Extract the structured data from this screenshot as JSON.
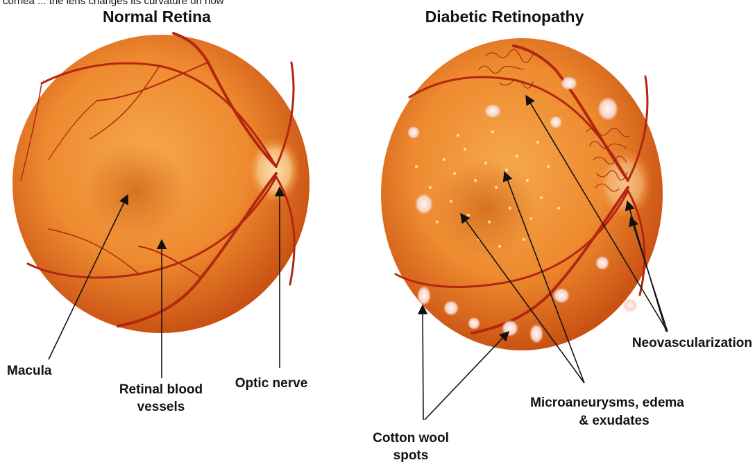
{
  "caption_fragment": "cornea ... the lens changes its curvature on how",
  "panels": [
    {
      "title": "Normal Retina",
      "labels": {
        "macula": "Macula",
        "retinal_vessels": [
          "Retinal blood",
          "vessels"
        ],
        "optic_nerve": "Optic nerve"
      }
    },
    {
      "title": "Diabetic Retinopathy",
      "labels": {
        "neovascularization": "Neovascularization",
        "microaneurysms": [
          "Microaneurysms, edema",
          "& exudates"
        ],
        "cotton_wool": [
          "Cotton wool",
          "spots"
        ]
      }
    }
  ],
  "colors": {
    "retina_center": "#f29a3a",
    "retina_edge": "#c4490f",
    "vessel": "#b3260f",
    "disc": "#f7c98d",
    "exudate": "#fff0a8",
    "cotton_wool": "#fbe7e0"
  }
}
